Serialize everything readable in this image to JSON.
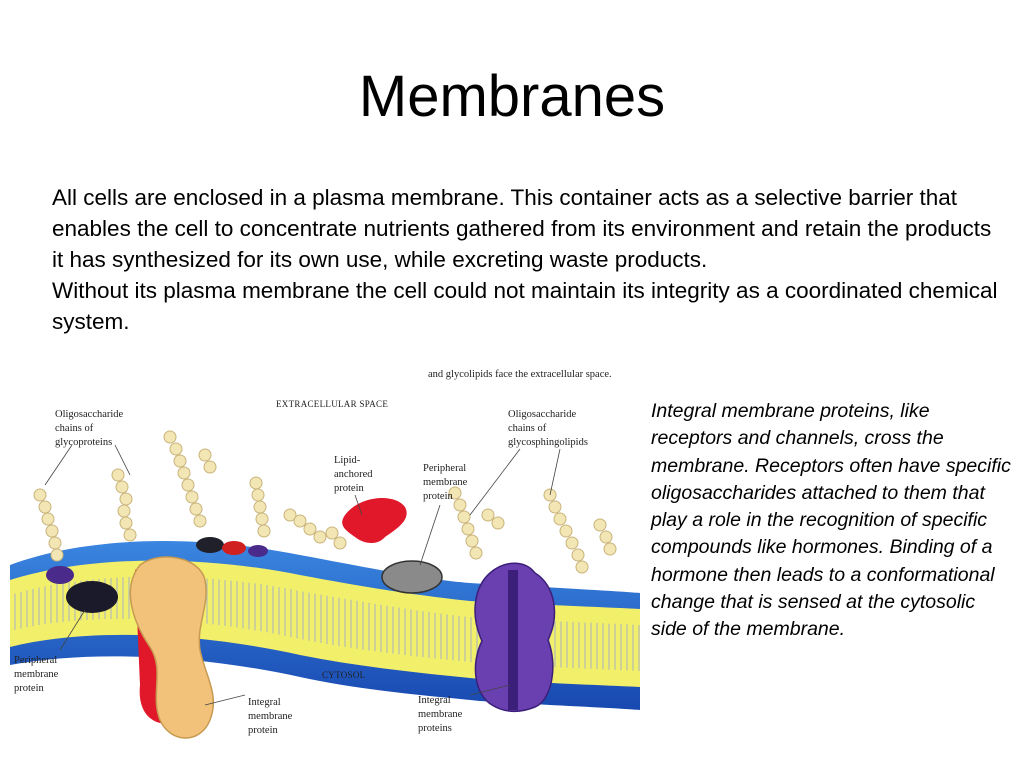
{
  "slide": {
    "title": "Membranes",
    "intro_paragraphs": [
      "All cells are enclosed in a plasma membrane. This container acts as a selective barrier that enables the cell to concentrate nutrients gathered from its environment and retain the products it has synthesized for its own use, while excreting waste products.",
      "Without its plasma membrane the cell could not maintain its integrity as a coordinated chemical system."
    ],
    "caption": "Integral membrane proteins, like receptors and channels, cross the membrane. Receptors often have specific oligosaccharides attached to them that play a role in the recognition of specific compounds like hormones. Binding of a hormone then leads to a conformational change that is sensed at the cytosolic side of the membrane."
  },
  "figure": {
    "top_cut_text": "and glycolipids face the extracellular space.",
    "extracellular_label": "EXTRACELLULAR SPACE",
    "cytosol_label": "CYTOSOL",
    "labels": {
      "oligo_glycoproteins": [
        "Oligosaccharide",
        "chains of",
        "glycoproteins"
      ],
      "lipid_anchored": [
        "Lipid-",
        "anchored",
        "protein"
      ],
      "peripheral_top": [
        "Peripheral",
        "membrane",
        "protein"
      ],
      "oligo_glycosphingolipids": [
        "Oligosaccharide",
        "chains of",
        "glycosphingolipids"
      ],
      "peripheral_left": [
        "Peripheral",
        "membrane",
        "protein"
      ],
      "integral_center": [
        "Integral",
        "membrane",
        "protein"
      ],
      "integral_right": [
        "Integral",
        "membrane",
        "proteins"
      ]
    },
    "colors": {
      "outer_blue": "#1f5fc8",
      "bilayer_yellow": "#f2ef6a",
      "sugar_beads": "#f3e6b5",
      "red_protein": "#e0182a",
      "tan_protein": "#f2c27a",
      "purple_protein": "#6a3fb0"
    }
  }
}
